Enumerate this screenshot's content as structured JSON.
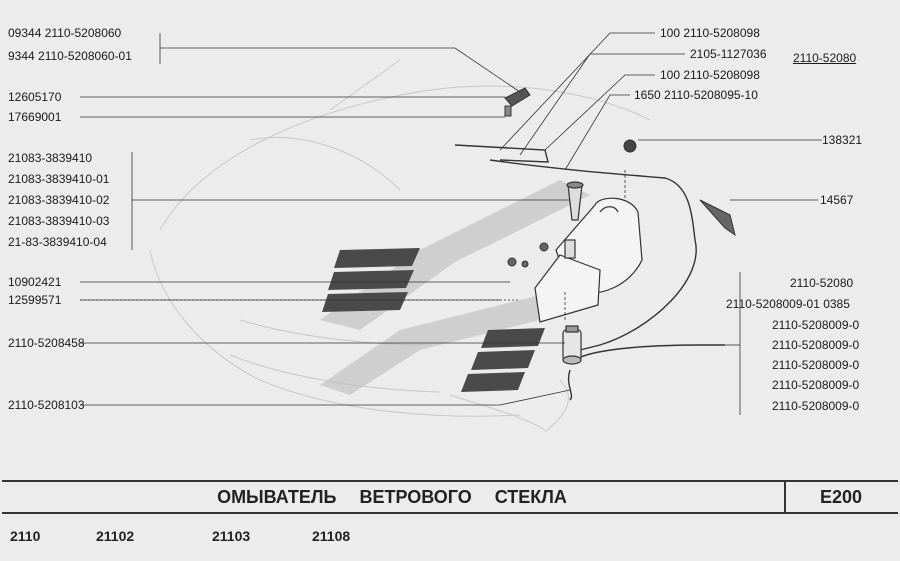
{
  "title": "ОМЫВАТЕЛЬ ВЕТРОВОГО СТЕКЛА",
  "page_code": "E200",
  "models": [
    "2110",
    "21102",
    "21103",
    "21108"
  ],
  "labels_left": {
    "l1": "09344  2110-5208060",
    "l2": "9344  2110-5208060-01",
    "l3": "12605170",
    "l4": "17669001",
    "g1": "21083-3839410",
    "g2": "21083-3839410-01",
    "g3": "21083-3839410-02",
    "g4": "21083-3839410-03",
    "g5": "21-83-3839410-04",
    "l5": "10902421",
    "l6": "12599571",
    "l7": "2110-5208458",
    "l8": "2110-5208103"
  },
  "labels_right": {
    "r1": "100  2110-5208098",
    "r2": "2105-1127036",
    "r3": "100  2110-5208098",
    "r4": "1650  2110-5208095-10",
    "r5": "2110-52080",
    "r6": "138321",
    "r7": "14567",
    "g1": "2110-52080",
    "g2": "2110-5208009-01  0385",
    "g3": "2110-5208009-0",
    "g4": "2110-5208009-0",
    "g5": "2110-5208009-0",
    "g6": "2110-5208009-0",
    "g7": "2110-5208009-0"
  },
  "colors": {
    "line": "#333333",
    "watermark_dark": "#4a4a4a",
    "watermark_light": "#bcbcbc",
    "background": "#ececec"
  }
}
